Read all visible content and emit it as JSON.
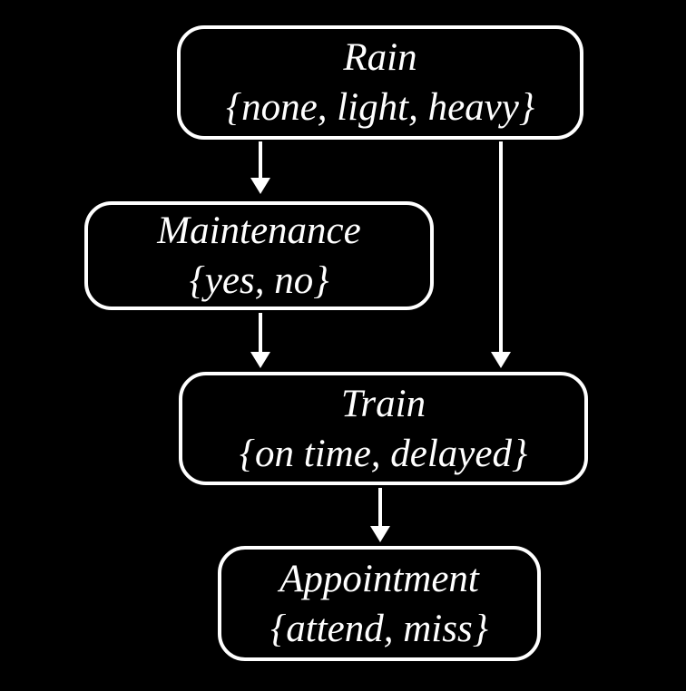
{
  "diagram": {
    "background_color": "#000000",
    "foreground_color": "#ffffff",
    "nodes": [
      {
        "id": "rain",
        "name": "Rain",
        "domain": "{none, light, heavy}"
      },
      {
        "id": "maintenance",
        "name": "Maintenance",
        "domain": "{yes, no}"
      },
      {
        "id": "train",
        "name": "Train",
        "domain": "{on time, delayed}"
      },
      {
        "id": "appointment",
        "name": "Appointment",
        "domain": "{attend, miss}"
      }
    ],
    "edges": [
      {
        "from": "Rain",
        "to": "Maintenance"
      },
      {
        "from": "Rain",
        "to": "Train"
      },
      {
        "from": "Maintenance",
        "to": "Train"
      },
      {
        "from": "Train",
        "to": "Appointment"
      }
    ]
  }
}
